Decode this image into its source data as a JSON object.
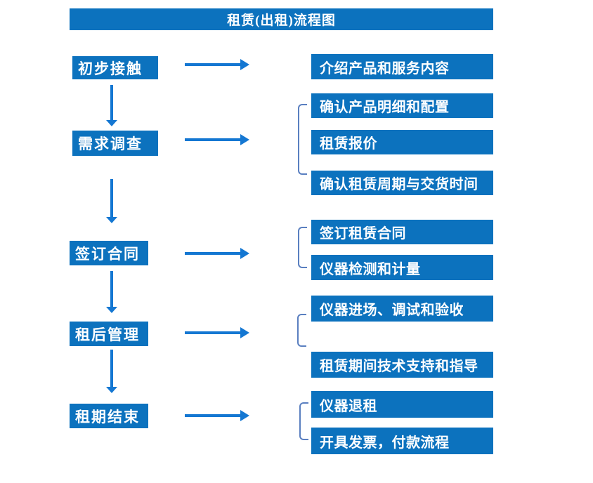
{
  "title": "租赁(出租)流程图",
  "colors": {
    "box_blue": "#0C72BE",
    "arrow_blue": "#1477D2",
    "bracket_blue": "#5A7FC0",
    "text_white": "#FFFFFF",
    "bg": "#FFFFFF"
  },
  "flow": {
    "steps": [
      {
        "label": "初步接触",
        "details": [
          "介绍产品和服务内容"
        ]
      },
      {
        "label": "需求调查",
        "details": [
          "确认产品明细和配置",
          "租赁报价",
          "确认租赁周期与交货时间"
        ]
      },
      {
        "label": "签订合同",
        "details": [
          "签订租赁合同",
          "仪器检测和计量"
        ]
      },
      {
        "label": "租后管理",
        "details": [
          "仪器进场、调试和验收",
          "租赁期间技术支持和指导"
        ]
      },
      {
        "label": "租期结束",
        "details": [
          "仪器退租",
          "开具发票，付款流程"
        ]
      }
    ]
  }
}
